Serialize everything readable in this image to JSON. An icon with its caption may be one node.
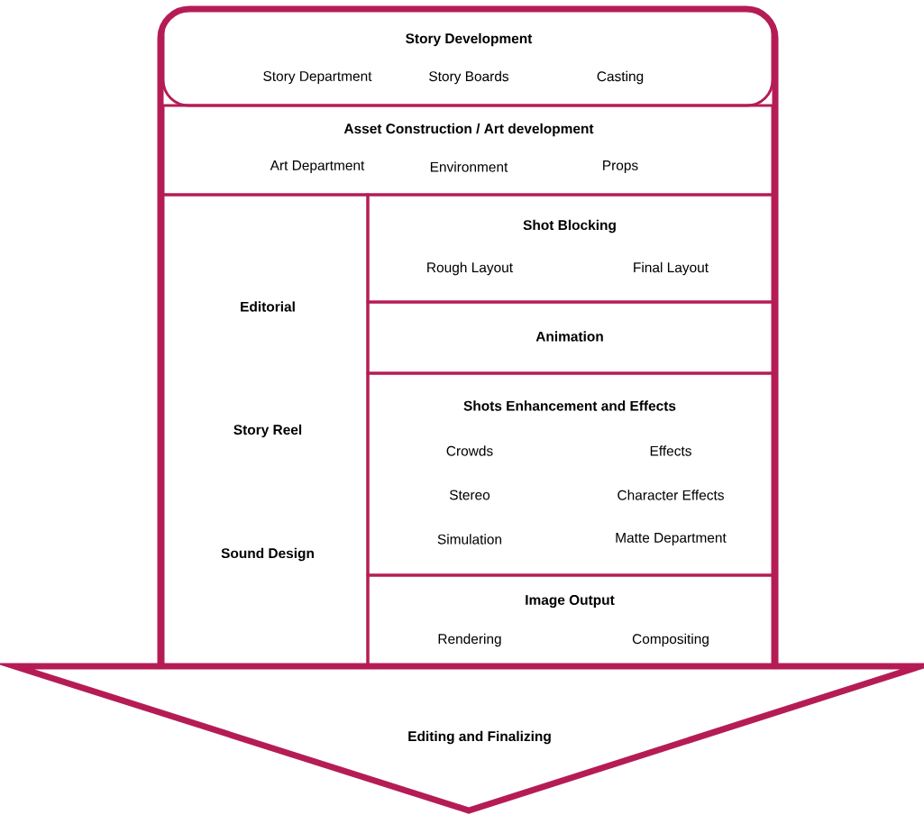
{
  "diagram": {
    "nodes": [
      {
        "text": [
          "Story Development",
          "Story Department",
          "Story Boards",
          "Casting"
        ]
      },
      {
        "text": [
          "Asset Construction / Art development",
          "Art Department",
          "Environment",
          "Props"
        ]
      },
      {
        "text": [
          "Editorial",
          "Story Reel",
          "Sound Design"
        ]
      },
      {
        "text": [
          "Shot Blocking",
          "Rough Layout",
          "Final Layout"
        ]
      },
      {
        "text": [
          "Animation"
        ]
      },
      {
        "text": [
          "Shots Enhancement and Effects",
          "Crowds",
          "Effects",
          "Stereo",
          "Character Effects",
          "Simulation",
          "Matte Department"
        ]
      },
      {
        "text": [
          "Image Output",
          "Rendering",
          "Compositing"
        ]
      },
      {
        "text": [
          "Editing and Finalizing"
        ]
      }
    ]
  }
}
